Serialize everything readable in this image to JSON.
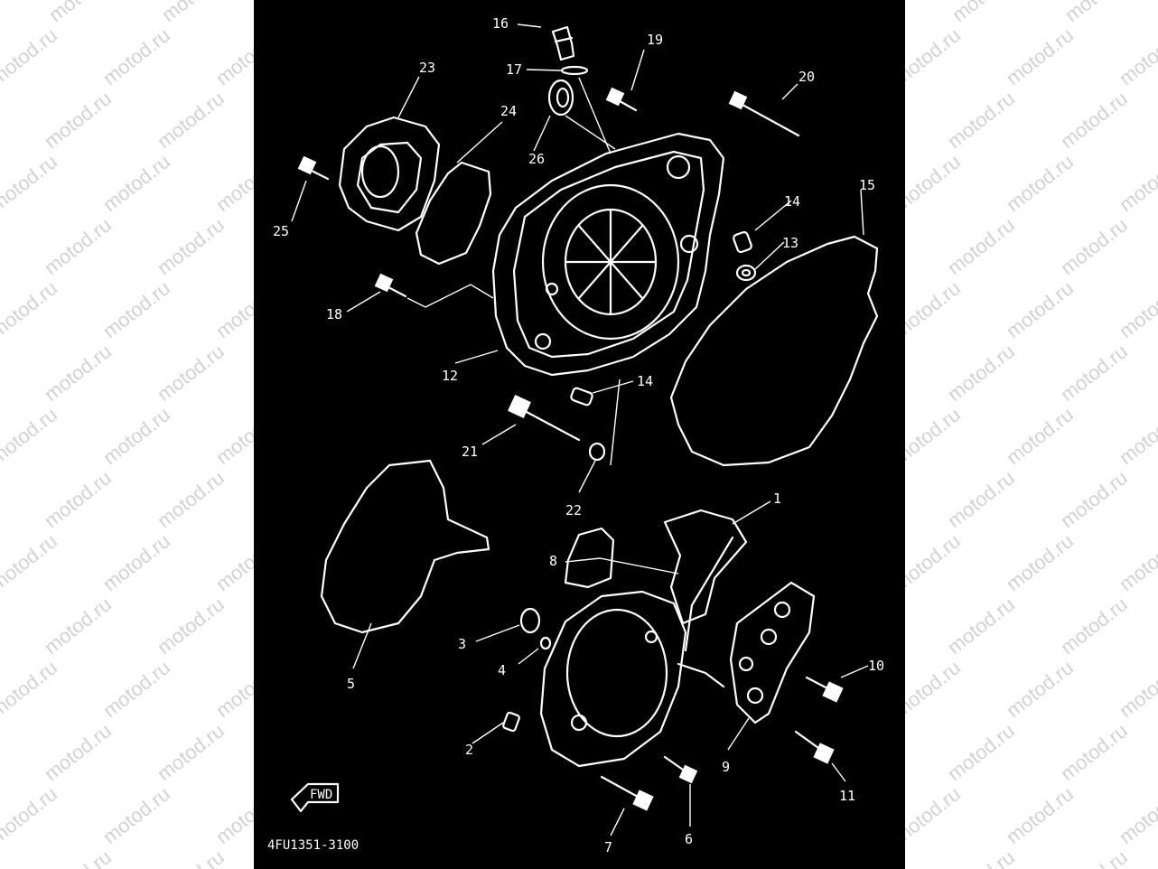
{
  "watermark": {
    "text": "motod.ru"
  },
  "diagram": {
    "drawing_code": "4FU1351-3100",
    "fwd_label": "FWD",
    "callouts": [
      "1",
      "2",
      "3",
      "4",
      "5",
      "6",
      "7",
      "8",
      "9",
      "10",
      "11",
      "12",
      "13",
      "14",
      "14",
      "15",
      "16",
      "17",
      "18",
      "19",
      "20",
      "21",
      "22",
      "23",
      "24",
      "25",
      "26"
    ]
  },
  "colors": {
    "sheet": "#000000",
    "lines": "#ffffff",
    "page": "#ffffff",
    "watermark": "#d2d2d2"
  }
}
